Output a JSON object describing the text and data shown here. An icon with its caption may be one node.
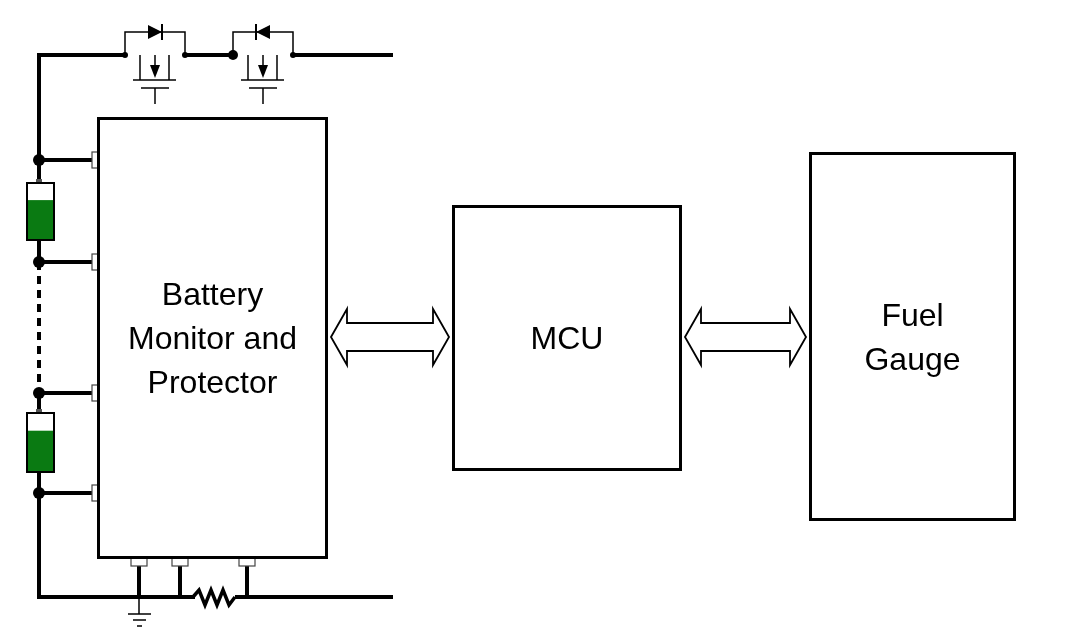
{
  "diagram": {
    "nodes": [
      {
        "text": [
          "Battery Monitor and Protector"
        ]
      },
      {
        "text": [
          "MCU"
        ]
      },
      {
        "text": [
          "Fuel Gauge"
        ]
      }
    ],
    "edges": [
      {
        "from": 0,
        "to": 1,
        "arrow": "both"
      },
      {
        "from": 1,
        "to": 2,
        "arrow": "both"
      }
    ]
  }
}
